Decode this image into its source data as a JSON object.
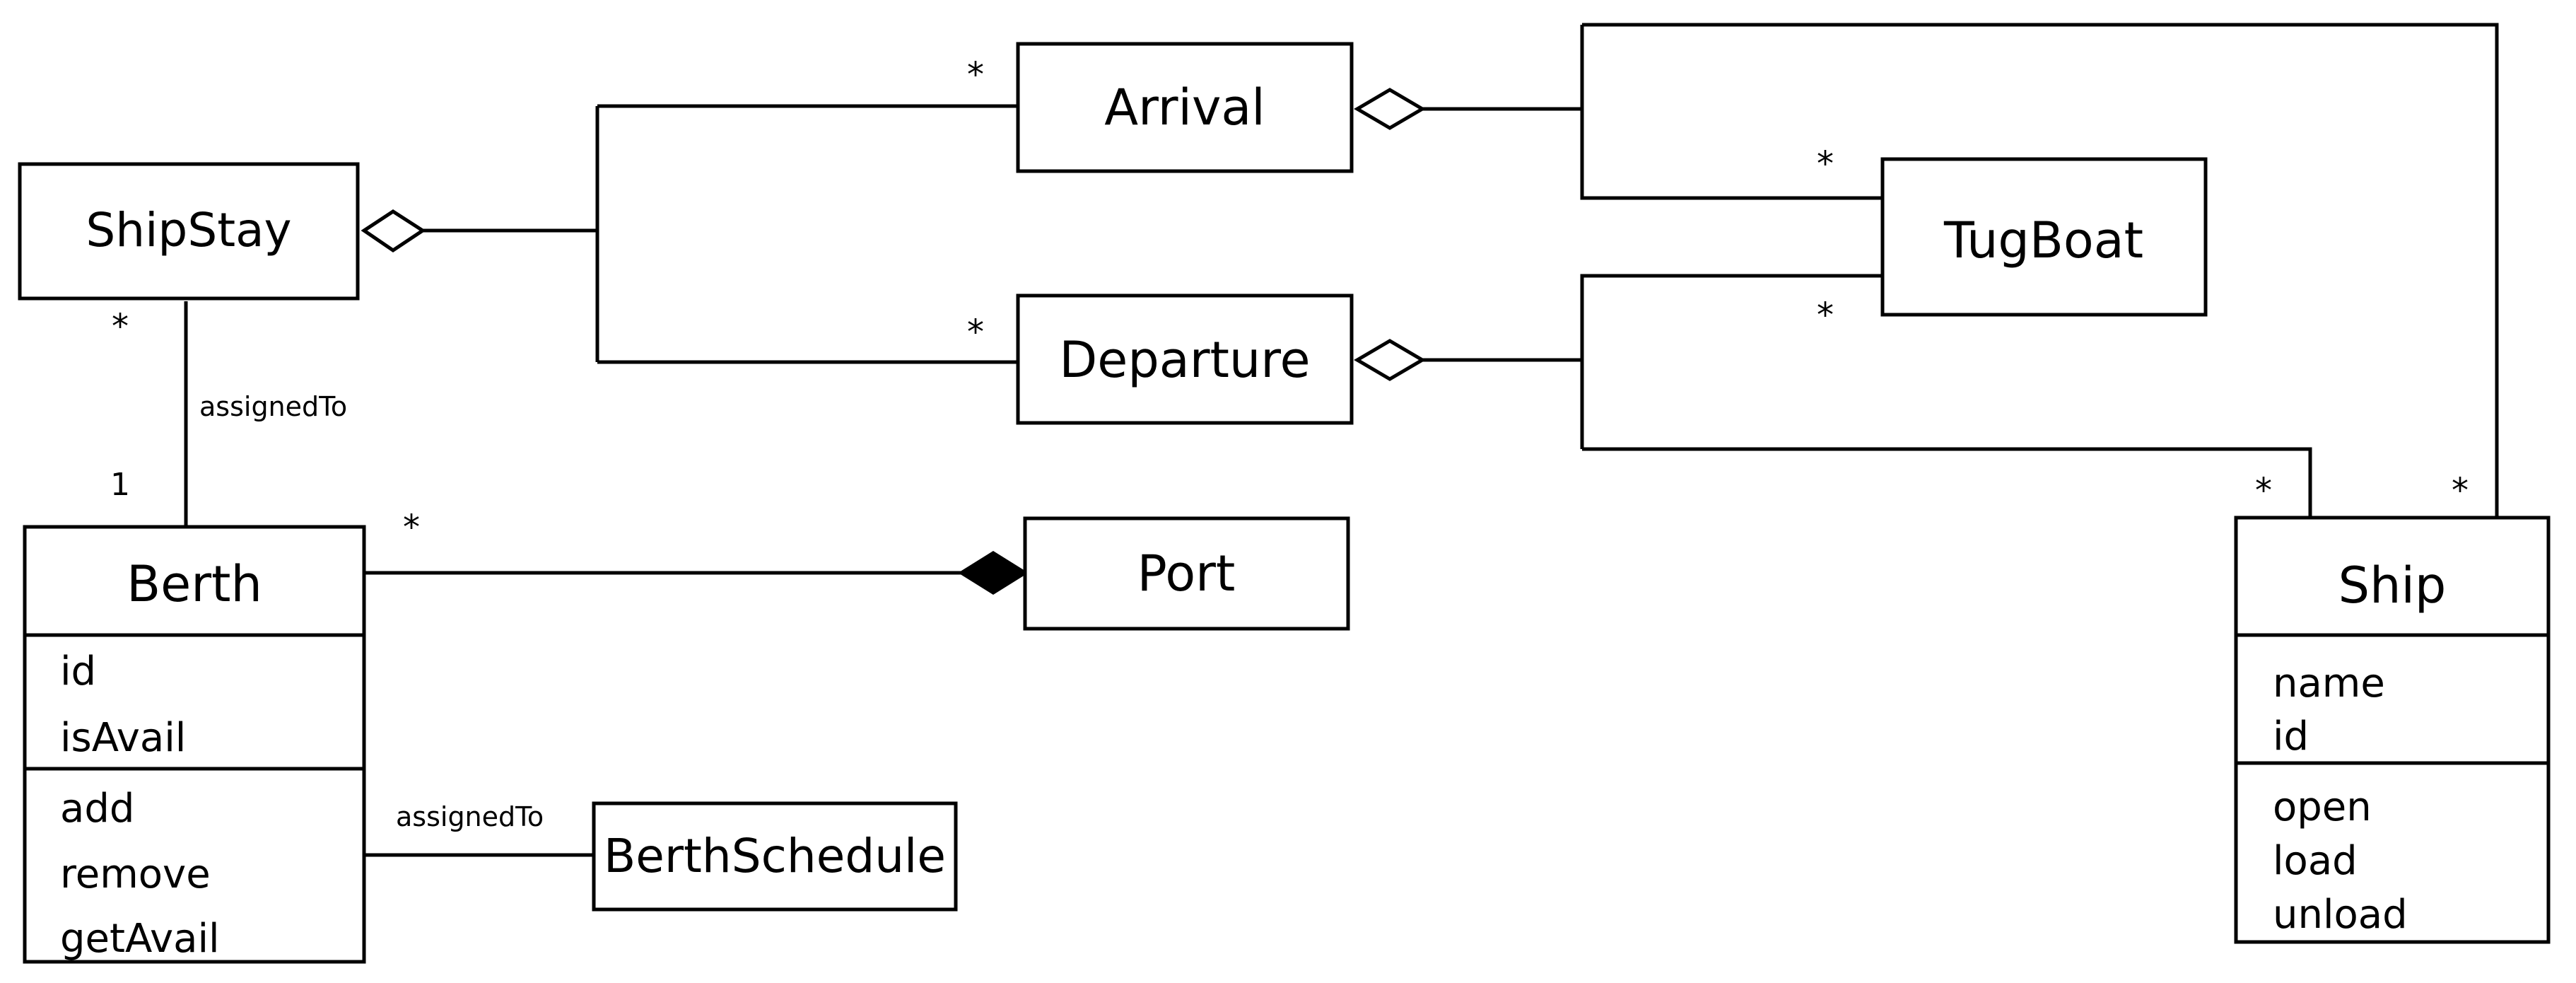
{
  "classes": {
    "shipstay": {
      "name": "ShipStay"
    },
    "arrival": {
      "name": "Arrival"
    },
    "departure": {
      "name": "Departure"
    },
    "tugboat": {
      "name": "TugBoat"
    },
    "port": {
      "name": "Port"
    },
    "berthschedule": {
      "name": "BerthSchedule"
    },
    "berth": {
      "name": "Berth",
      "attributes": [
        "id",
        "isAvail"
      ],
      "operations": [
        "add",
        "remove",
        "getAvail"
      ]
    },
    "ship": {
      "name": "Ship",
      "attributes": [
        "name",
        "id"
      ],
      "operations": [
        "open",
        "load",
        "unload"
      ]
    }
  },
  "associations": {
    "shipstay_berth": {
      "label": "assignedTo",
      "end_shipstay": "*",
      "end_berth": "1"
    },
    "berth_schedule": {
      "label": "assignedTo"
    },
    "shipstay_arrival": {
      "end_arrival": "*"
    },
    "shipstay_departure": {
      "end_departure": "*"
    },
    "arrival_tugboat": {
      "end_tugboat": "*"
    },
    "departure_tugboat": {
      "end_tugboat": "*"
    },
    "departure_ship": {
      "end_ship": "*"
    },
    "arrival_ship": {
      "end_ship": "*"
    },
    "berth_port": {
      "end_berth": "*"
    }
  }
}
